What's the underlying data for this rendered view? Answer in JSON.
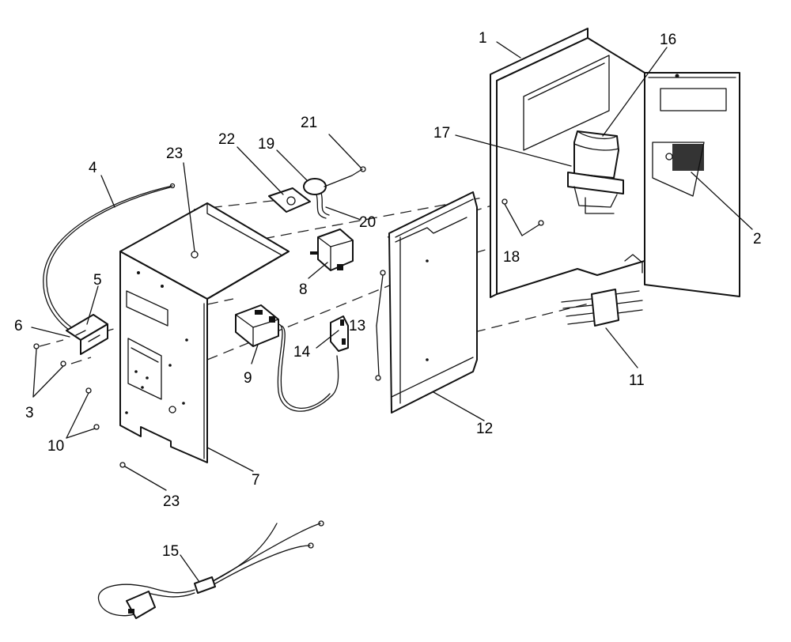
{
  "callouts": [
    {
      "id": "c1",
      "text": "1"
    },
    {
      "id": "c2",
      "text": "2"
    },
    {
      "id": "c3",
      "text": "3"
    },
    {
      "id": "c4",
      "text": "4"
    },
    {
      "id": "c5",
      "text": "5"
    },
    {
      "id": "c6",
      "text": "6"
    },
    {
      "id": "c7",
      "text": "7"
    },
    {
      "id": "c8",
      "text": "8"
    },
    {
      "id": "c9",
      "text": "9"
    },
    {
      "id": "c10",
      "text": "10"
    },
    {
      "id": "c11",
      "text": "11"
    },
    {
      "id": "c12",
      "text": "12"
    },
    {
      "id": "c13",
      "text": "13"
    },
    {
      "id": "c14",
      "text": "14"
    },
    {
      "id": "c15",
      "text": "15"
    },
    {
      "id": "c16",
      "text": "16"
    },
    {
      "id": "c17",
      "text": "17"
    },
    {
      "id": "c18",
      "text": "18"
    },
    {
      "id": "c19",
      "text": "19"
    },
    {
      "id": "c20",
      "text": "20"
    },
    {
      "id": "c21",
      "text": "21"
    },
    {
      "id": "c22",
      "text": "22"
    },
    {
      "id": "c23a",
      "text": "23"
    },
    {
      "id": "c23b",
      "text": "23"
    }
  ]
}
